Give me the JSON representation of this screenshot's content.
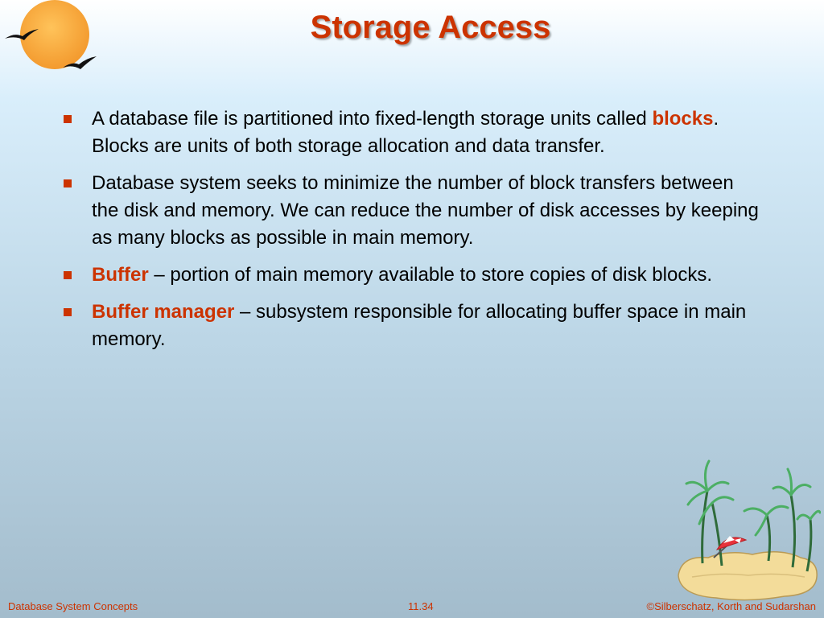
{
  "slide": {
    "title": "Storage Access",
    "bullets": [
      {
        "segments": [
          {
            "text": "A database file is partitioned into fixed-length storage units called ",
            "emphasis": false
          },
          {
            "text": "blocks",
            "emphasis": true
          },
          {
            "text": ".  Blocks are units of both storage allocation and data transfer.",
            "emphasis": false
          }
        ]
      },
      {
        "segments": [
          {
            "text": "Database system seeks to minimize the number of block transfers between the disk and memory.  We can reduce the number of disk accesses by keeping as many blocks as possible in main memory.",
            "emphasis": false
          }
        ]
      },
      {
        "segments": [
          {
            "text": "Buffer",
            "emphasis": true
          },
          {
            "text": " – portion of main memory available to store copies of disk blocks.",
            "emphasis": false
          }
        ]
      },
      {
        "segments": [
          {
            "text": "Buffer manager",
            "emphasis": true
          },
          {
            "text": " – subsystem responsible for allocating buffer space in main memory.",
            "emphasis": false
          }
        ]
      }
    ]
  },
  "footer": {
    "left": "Database System Concepts",
    "center": "11.34",
    "right": "©Silberschatz, Korth and Sudarshan"
  },
  "colors": {
    "accent": "#cc3300",
    "sun": "#f7a93a",
    "text": "#000000"
  },
  "icons": {
    "top_left": "sun-with-birds-icon",
    "bottom_right": "palm-island-umbrella-icon"
  }
}
